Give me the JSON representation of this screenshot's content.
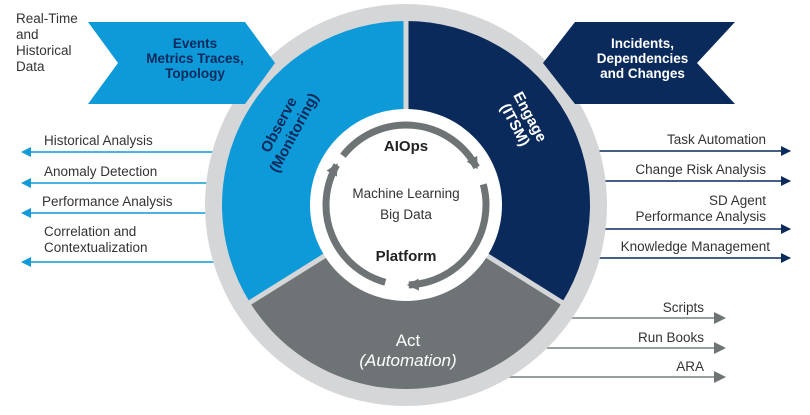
{
  "colors": {
    "observe": "#0e9ad8",
    "engage": "#0b2a5c",
    "act": "#6e7476",
    "ring": "#d5d6d7",
    "cycle_arrow": "#6e7476",
    "text": "#333333"
  },
  "input": {
    "source_label": [
      "Real-Time",
      "and",
      "Historical",
      "Data"
    ],
    "observe_chevron": [
      "Events",
      "Metrics Traces,",
      "Topology"
    ],
    "engage_chevron": [
      "Incidents,",
      "Dependencies",
      "and Changes"
    ]
  },
  "segments": {
    "observe": {
      "title": "Observe",
      "subtitle": "(Monitoring)"
    },
    "engage": {
      "title": "Engage",
      "subtitle": "(ITSM)"
    },
    "act": {
      "title": "Act",
      "subtitle": "(Automation)"
    }
  },
  "core": {
    "top": "AIOps",
    "middle": [
      "Machine Learning",
      "Big Data"
    ],
    "bottom": "Platform"
  },
  "observe_outputs": [
    [
      "Historical Analysis"
    ],
    [
      "Anomaly Detection"
    ],
    [
      "Performance Analysis"
    ],
    [
      "Correlation and",
      "Contextualization"
    ]
  ],
  "engage_outputs": [
    [
      "Task Automation"
    ],
    [
      "Change Risk Analysis"
    ],
    [
      "SD Agent",
      "Performance Analysis"
    ],
    [
      "Knowledge Management"
    ]
  ],
  "act_outputs": [
    "Scripts",
    "Run Books",
    "ARA"
  ]
}
